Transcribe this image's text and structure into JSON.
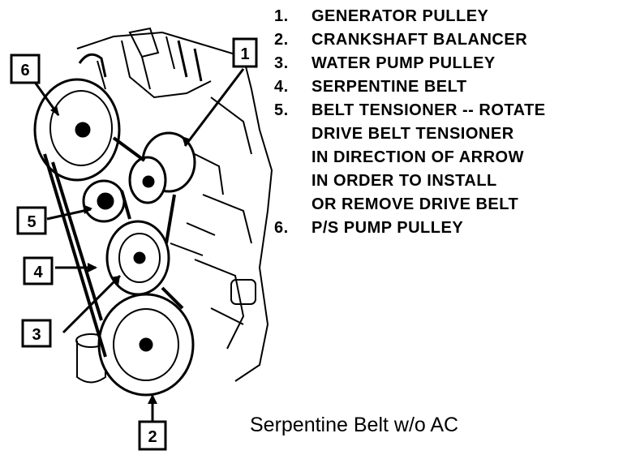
{
  "callouts": [
    {
      "id": "1",
      "label": "1"
    },
    {
      "id": "2",
      "label": "2"
    },
    {
      "id": "3",
      "label": "3"
    },
    {
      "id": "4",
      "label": "4"
    },
    {
      "id": "5",
      "label": "5"
    },
    {
      "id": "6",
      "label": "6"
    }
  ],
  "legend": [
    {
      "num": "1.",
      "text": "GENERATOR PULLEY"
    },
    {
      "num": "2.",
      "text": "CRANKSHAFT BALANCER"
    },
    {
      "num": "3.",
      "text": "WATER PUMP PULLEY"
    },
    {
      "num": "4.",
      "text": "SERPENTINE BELT"
    },
    {
      "num": "5.",
      "text": "BELT TENSIONER -- ROTATE\nDRIVE BELT TENSIONER\nIN DIRECTION OF ARROW\nIN ORDER TO INSTALL\nOR REMOVE DRIVE BELT"
    },
    {
      "num": "6.",
      "text": "P/S PUMP PULLEY"
    }
  ],
  "caption": "Serpentine Belt w/o AC"
}
